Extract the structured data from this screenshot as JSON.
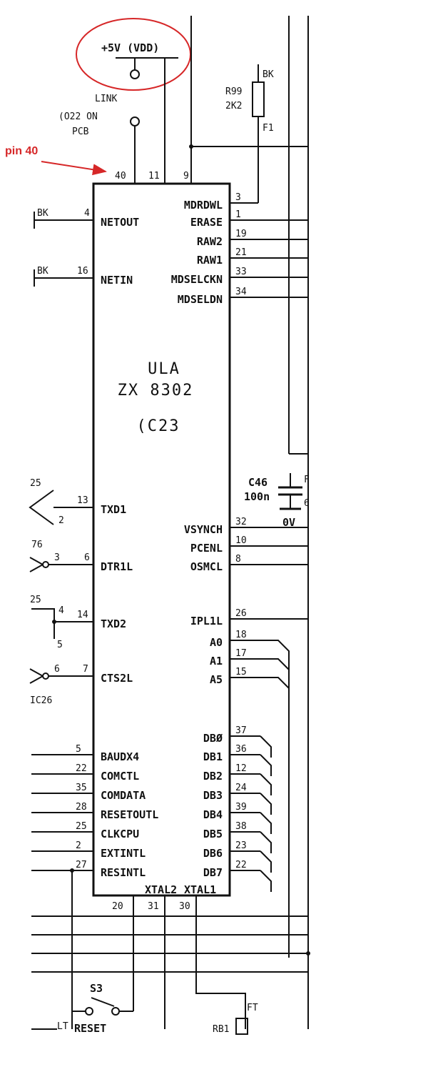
{
  "annotation": {
    "label": "pin 40",
    "color": "#d62728"
  },
  "supply": {
    "label": "+5V (VDD)",
    "link_label": "LINK",
    "link_note_1": "(O22 ON",
    "link_note_2": "PCB"
  },
  "resistor": {
    "ref": "R99",
    "value": "2K2",
    "tag_top": "BK",
    "tag_bottom": "F1"
  },
  "capacitor": {
    "ref": "C46",
    "value": "100n",
    "ground": "0V",
    "tag_a": "F",
    "tag_b": "6"
  },
  "chip": {
    "name": "ULA",
    "part": "ZX 8302",
    "ref": "(C23"
  },
  "top_pins": [
    {
      "num": "40"
    },
    {
      "num": "11"
    },
    {
      "num": "9"
    }
  ],
  "bottom_pins": [
    {
      "num": "20"
    },
    {
      "num": "31"
    },
    {
      "num": "30"
    }
  ],
  "bottom_names": {
    "xtal2": "XTAL2",
    "xtal1": "XTAL1"
  },
  "left_pins": [
    {
      "num": "4",
      "name": "NETOUT",
      "ext": "BK"
    },
    {
      "num": "16",
      "name": "NETIN",
      "ext": "BK"
    },
    {
      "num": "13",
      "name": "TXD1",
      "ext": "25"
    },
    {
      "num": "6",
      "name": "DTR1L",
      "ext": "76"
    },
    {
      "num": "14",
      "name": "TXD2",
      "ext": "25"
    },
    {
      "num": "7",
      "name": "CTS2L",
      "ext": "6"
    },
    {
      "num": "5",
      "name": "BAUDX4",
      "ext": ""
    },
    {
      "num": "22",
      "name": "COMCTL",
      "ext": ""
    },
    {
      "num": "35",
      "name": "COMDATA",
      "ext": ""
    },
    {
      "num": "28",
      "name": "RESETOUTL",
      "ext": ""
    },
    {
      "num": "25",
      "name": "CLKCPU",
      "ext": ""
    },
    {
      "num": "2",
      "name": "EXTINTL",
      "ext": ""
    },
    {
      "num": "27",
      "name": "RESINTL",
      "ext": ""
    }
  ],
  "right_pins": [
    {
      "num": "3",
      "name": "MDRDWL"
    },
    {
      "num": "1",
      "name": "ERASE"
    },
    {
      "num": "19",
      "name": "RAW2"
    },
    {
      "num": "21",
      "name": "RAW1"
    },
    {
      "num": "33",
      "name": "MDSELCKN"
    },
    {
      "num": "34",
      "name": "MDSELDN"
    },
    {
      "num": "32",
      "name": "VSYNCH"
    },
    {
      "num": "10",
      "name": "PCENL"
    },
    {
      "num": "8",
      "name": "OSMCL"
    },
    {
      "num": "26",
      "name": "IPL1L"
    },
    {
      "num": "18",
      "name": "A0"
    },
    {
      "num": "17",
      "name": "A1"
    },
    {
      "num": "15",
      "name": "A5"
    },
    {
      "num": "37",
      "name": "DBØ"
    },
    {
      "num": "36",
      "name": "DB1"
    },
    {
      "num": "12",
      "name": "DB2"
    },
    {
      "num": "24",
      "name": "DB3"
    },
    {
      "num": "39",
      "name": "DB4"
    },
    {
      "num": "38",
      "name": "DB5"
    },
    {
      "num": "23",
      "name": "DB6"
    },
    {
      "num": "22",
      "name": "DB7"
    }
  ],
  "misc": {
    "ic26": "IC26",
    "tx1_inner": "2",
    "dtr_inner": "3",
    "tx2_inner_a": "4",
    "tx2_inner_b": "5",
    "switch_ref": "S3",
    "switch_label": "RESET",
    "ft_label": "FT",
    "rb_label": "RB1",
    "lt_label": "LT"
  }
}
